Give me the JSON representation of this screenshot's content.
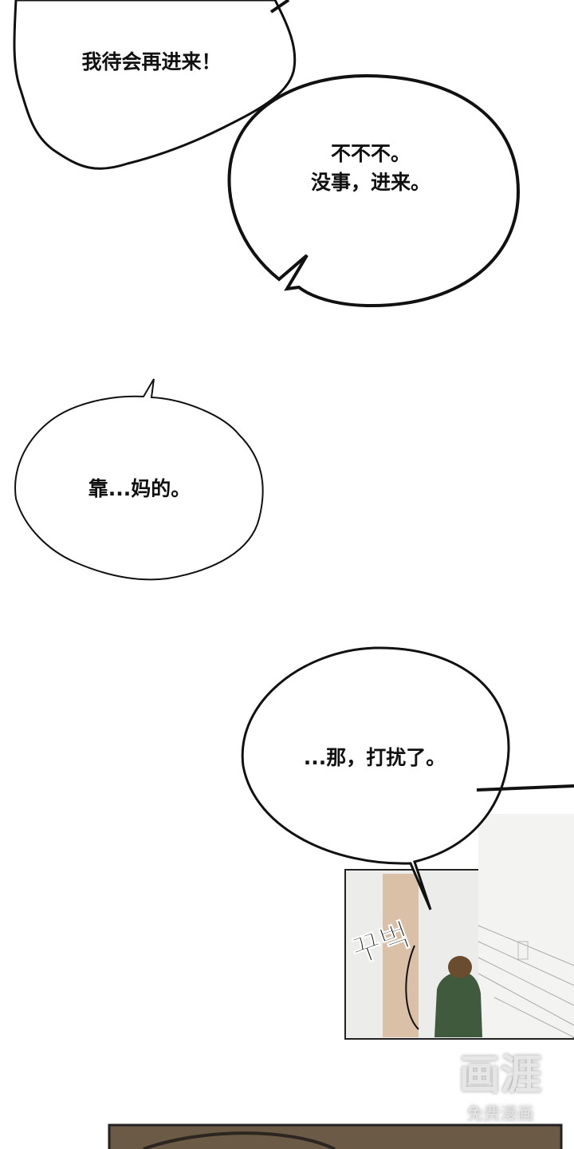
{
  "bubbles": [
    {
      "text": "我待会再进来！"
    },
    {
      "text": "不不不。\n没事，进来。"
    },
    {
      "text": "靠...妈的。"
    },
    {
      "text": "...那，打扰了。"
    }
  ],
  "panel": {
    "sfx": "꾸벅"
  },
  "watermark": {
    "logo": "画涯",
    "caption": "免费漫画"
  }
}
